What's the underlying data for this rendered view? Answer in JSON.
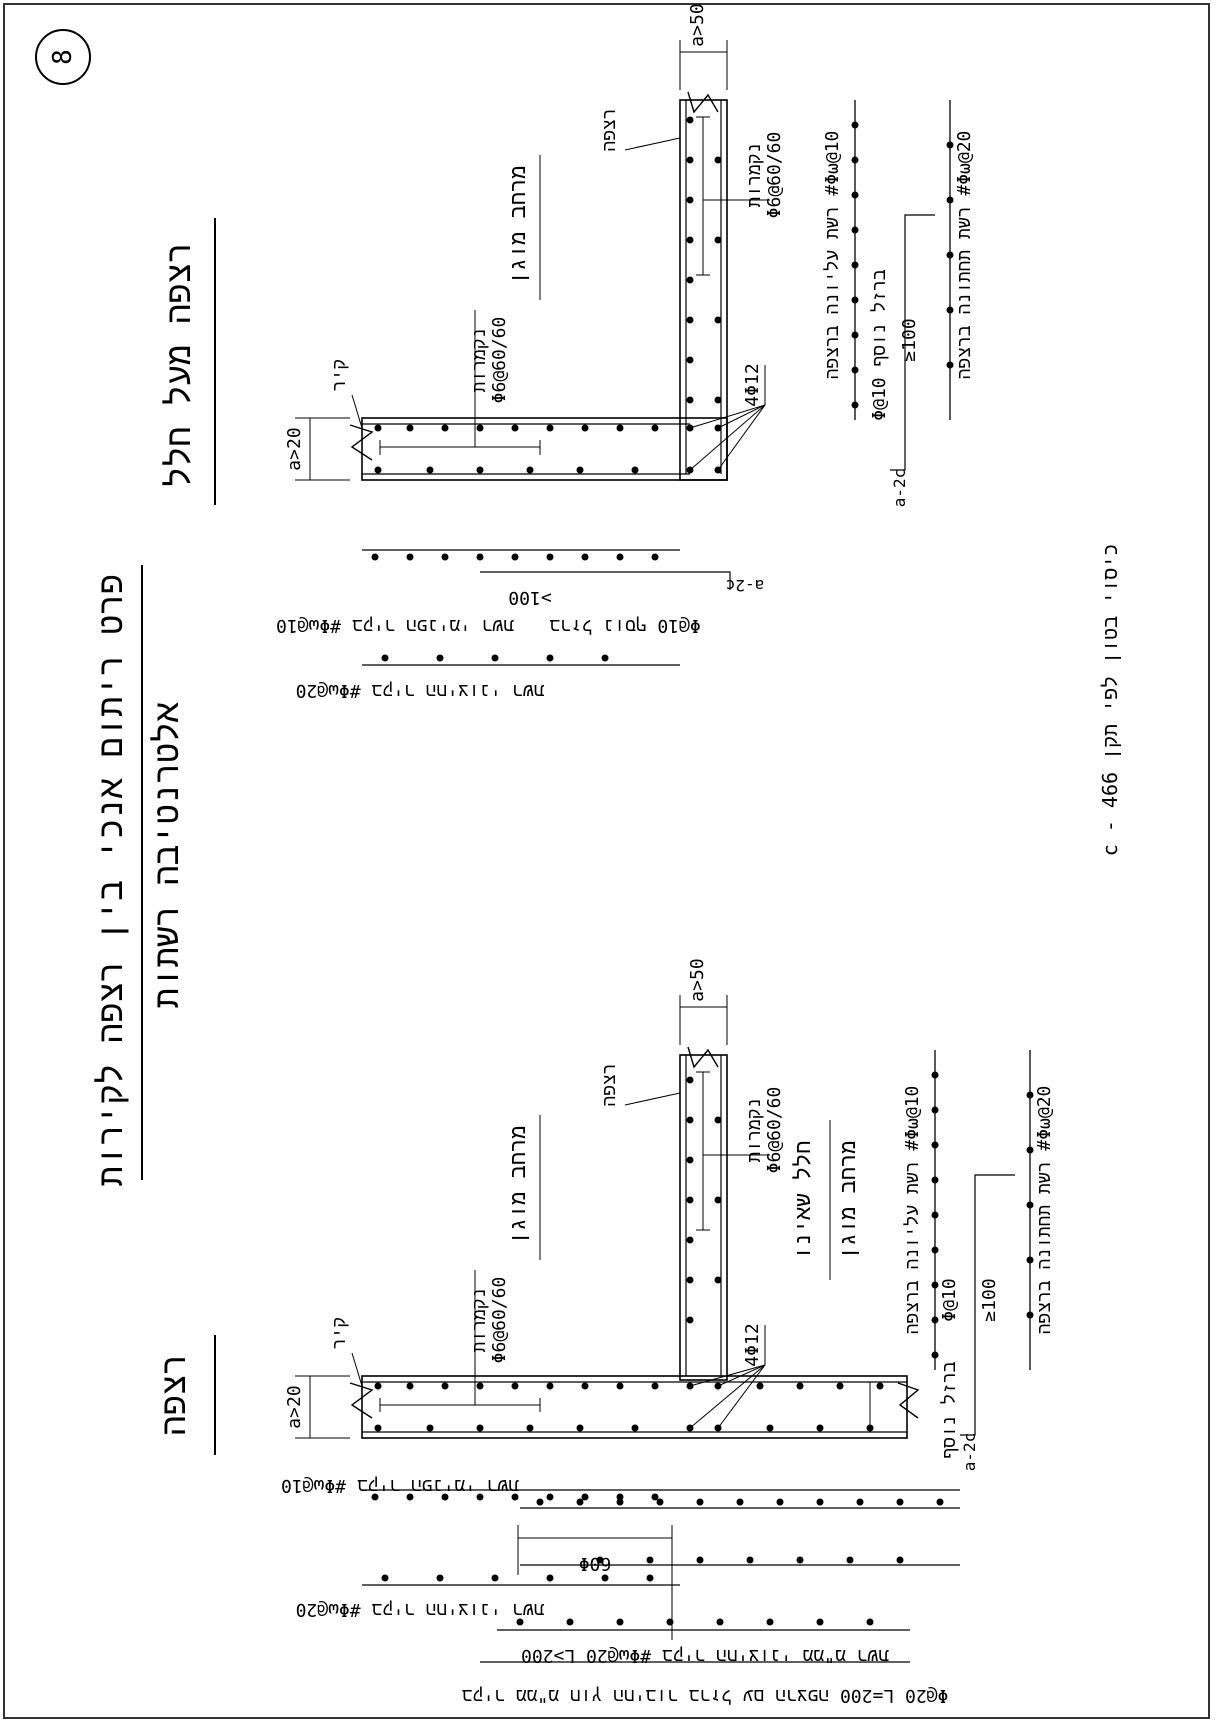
{
  "detail_number": "8",
  "title": {
    "line1": "פרט ריתום אנכי בין רצפה לקירות",
    "line2": "אלטרנטיבה רשתות"
  },
  "view_left": {
    "heading": "רצפה",
    "wall_label": "קיר",
    "floor_label": "רצפה",
    "wall_dim": "a>20",
    "floor_dim": "a>50",
    "zone_label": "מרחב מוגן",
    "zone_label_right_1": "חלל שאינו",
    "zone_label_right_2": "מרחב מוגן",
    "hooks_1": "נקמרות",
    "hooks_1_spec": "Φ6@60/60",
    "hooks_2": "נקמרות",
    "hooks_2_spec": "Φ6@60/60",
    "corner_bars": "4Φ12",
    "floor_top_mesh": "רשת עליונה ברצפה #Φω@10",
    "floor_bottom_mesh": "רשת תחתונה ברצפה #Φω@20",
    "extra_bar_prefix": "ברזל נוסף",
    "extra_bar": "Φ@10",
    "lap_length": "≥100",
    "cover_note": "a-2c",
    "wall_inner_mesh": "בקיר הפנימי רשת #Φω@10",
    "wall_outer_mesh": "בקיר החיצוני רשת #Φω@20",
    "dim_60": "60Φ",
    "outer_wall_mesh_note": "בקיר החיצוני ממ\"מ רשת #Φω@20 L>200",
    "bottom_note": "Φ@20 L=200   בקיר ממ\"מ חוץ החיבור ברזל עם הרצפה"
  },
  "view_right": {
    "heading": "רצפה מעל חלל",
    "wall_label": "קיר",
    "floor_label": "רצפה",
    "wall_dim": "a>20",
    "floor_dim": "a>50",
    "zone_label": "מרחב מוגן",
    "hooks_1": "נקמרות",
    "hooks_1_spec": "Φ6@60/60",
    "hooks_2": "נקמרות",
    "hooks_2_spec": "Φ6@60/60",
    "corner_bars": "4Φ12",
    "floor_top_mesh": "רשת עליונה ברצפה #Φω@10",
    "floor_bottom_mesh": "רשת תחתונה ברצפה #Φω@20",
    "extra_bar": "Φ@10 ברזל נוסף",
    "lap_length": "≥100",
    "cover_note": "a-2c",
    "wall_inner_mesh": "בקיר הפנימי רשת #Φω@10",
    "wall_outer_mesh": "בקיר החיצוני רשת #Φω@20",
    "wall_extra_bar": "Φ@10 ברזל נוסף",
    "wall_lap": ">100",
    "wall_cover": "a-2c"
  },
  "footnote": "c - כיסוי בטון לפי תקן 466"
}
